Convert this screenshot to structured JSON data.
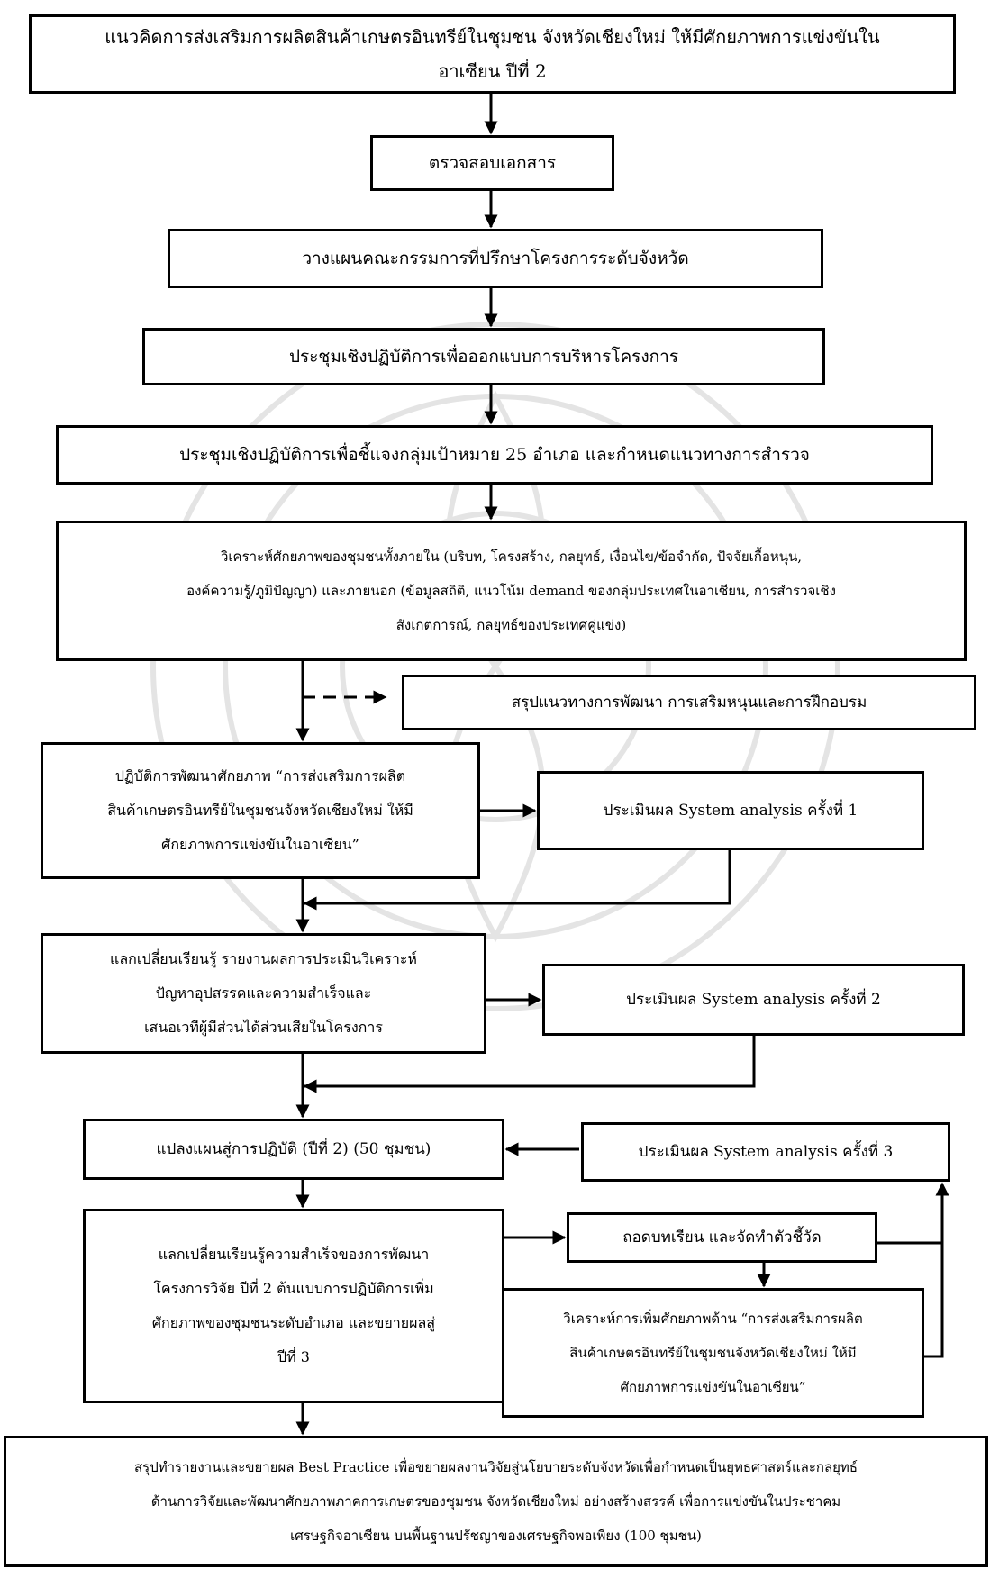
{
  "boxes": {
    "b1": [
      "แนวคิดการส่งเสริมการผลิตสินค้าเกษตรอินทรีย์ในชุมชน จังหวัดเชียงใหม่ ให้มีศักยภาพการแข่งขันใน",
      "อาเซียน ปีที่ 2"
    ],
    "b2": [
      "ตรวจสอบเอกสาร"
    ],
    "b3": [
      "วางแผนคณะกรรมการที่ปรึกษาโครงการระดับจังหวัด"
    ],
    "b4": [
      "ประชุมเชิงปฏิบัติการเพื่อออกแบบการบริหารโครงการ"
    ],
    "b5": [
      "ประชุมเชิงปฏิบัติการเพื่อชี้แจงกลุ่มเป้าหมาย 25 อำเภอ และกำหนดแนวทางการสำรวจ"
    ],
    "b6": [
      "วิเคราะห์ศักยภาพของชุมชนทั้งภายใน (บริบท, โครงสร้าง, กลยุทธ์, เงื่อนไข/ข้อจำกัด, ปัจจัยเกื้อหนุน,",
      "องค์ความรู้/ภูมิปัญญา) และภายนอก (ข้อมูลสถิติ, แนวโน้ม demand ของกลุ่มประเทศในอาเซียน, การสำรวจเชิง",
      "สังเกตการณ์, กลยุทธ์ของประเทศคู่แข่ง)"
    ],
    "b7": [
      "สรุปแนวทางการพัฒนา การเสริมหนุนและการฝึกอบรม"
    ],
    "b8": [
      "ปฏิบัติการพัฒนาศักยภาพ “การส่งเสริมการผลิต",
      "สินค้าเกษตรอินทรีย์ในชุมชนจังหวัดเชียงใหม่ ให้มี",
      "ศักยภาพการแข่งขันในอาเซียน”"
    ],
    "b9": [
      "ประเมินผล System analysis ครั้งที่ 1"
    ],
    "b10": [
      "แลกเปลี่ยนเรียนรู้ รายงานผลการประเมินวิเคราะห์",
      "ปัญหาอุปสรรคและความสำเร็จและ",
      "เสนอเวทีผู้มีส่วนได้ส่วนเสียในโครงการ"
    ],
    "b11": [
      "ประเมินผล System analysis ครั้งที่ 2"
    ],
    "b12": [
      "แปลงแผนสู่การปฏิบัติ (ปีที่ 2) (50 ชุมชน)"
    ],
    "b13": [
      "ประเมินผล System analysis ครั้งที่ 3"
    ],
    "b14": [
      "แลกเปลี่ยนเรียนรู้ความสำเร็จของการพัฒนา",
      "โครงการวิจัย ปีที่ 2 ต้นแบบการปฏิบัติการเพิ่ม",
      "ศักยภาพของชุมชนระดับอำเภอ และขยายผลสู่",
      "ปีที่ 3"
    ],
    "b15": [
      "ถอดบทเรียน และจัดทำตัวชี้วัด"
    ],
    "b16": [
      "วิเคราะห์การเพิ่มศักยภาพด้าน “การส่งเสริมการผลิต",
      "สินค้าเกษตรอินทรีย์ในชุมชนจังหวัดเชียงใหม่ ให้มี",
      "ศักยภาพการแข่งขันในอาเซียน”"
    ],
    "b17": [
      "สรุปทำรายงานและขยายผล Best Practice เพื่อขยายผลงานวิจัยสู่นโยบายระดับจังหวัดเพื่อกำหนดเป็นยุทธศาสตร์และกลยุทธ์",
      "ด้านการวิจัยและพัฒนาศักยภาพภาคการเกษตรของชุมชน จังหวัดเชียงใหม่ อย่างสร้างสรรค์ เพื่อการแข่งขันในประชาคม",
      "เศรษฐกิจอาเซียน บนพื้นฐานปรัชญาของเศรษฐกิจพอเพียง (100 ชุมชน)"
    ]
  }
}
